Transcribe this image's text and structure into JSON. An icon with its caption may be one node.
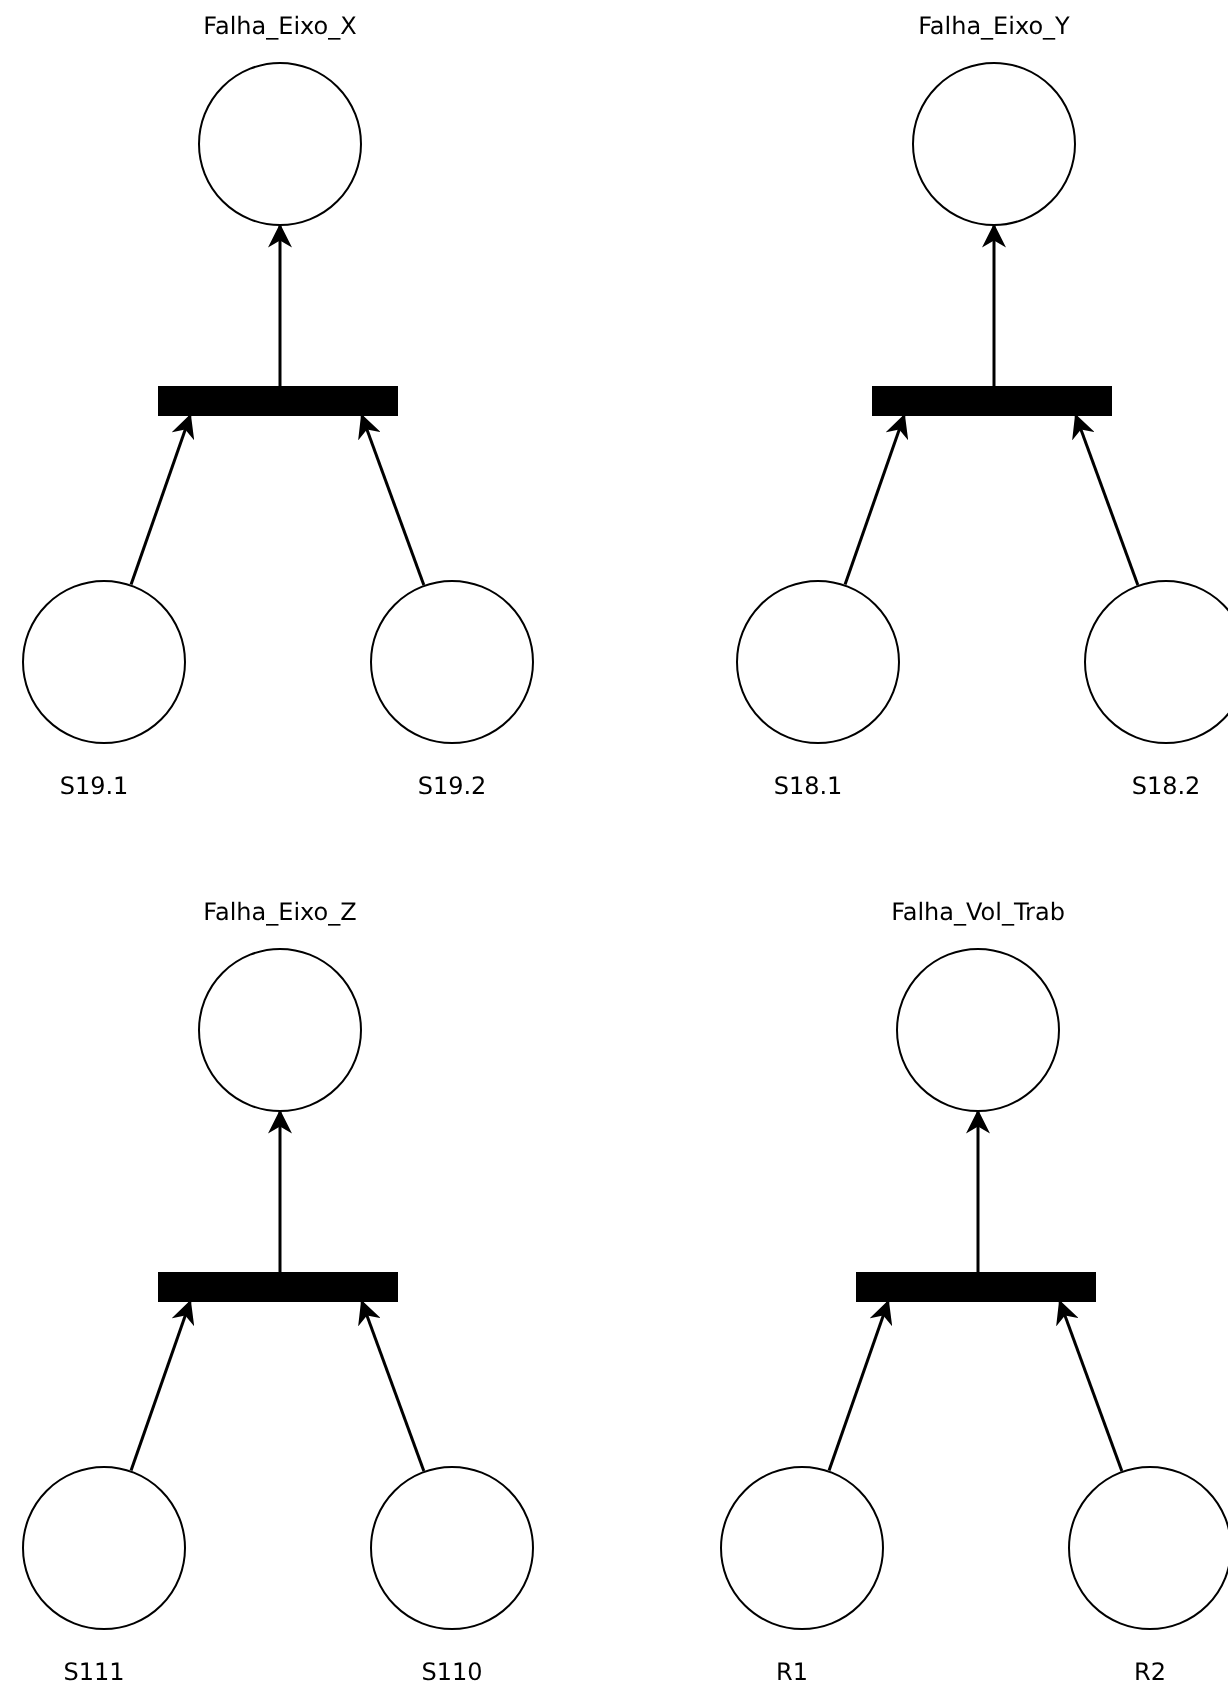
{
  "diagram": {
    "nodes": [
      {
        "text": [],
        "shape": "circle",
        "beside": [
          "Falha_Eixo_X"
        ]
      },
      {
        "text": [],
        "shape": "bar"
      },
      {
        "text": [],
        "shape": "circle",
        "beside": [
          "S19.1"
        ]
      },
      {
        "text": [],
        "shape": "circle",
        "beside": [
          "S19.2"
        ]
      },
      {
        "text": [],
        "shape": "circle",
        "beside": [
          "Falha_Eixo_Y"
        ]
      },
      {
        "text": [],
        "shape": "bar"
      },
      {
        "text": [],
        "shape": "circle",
        "beside": [
          "S18.1"
        ]
      },
      {
        "text": [],
        "shape": "circle",
        "beside": [
          "S18.2"
        ]
      },
      {
        "text": [],
        "shape": "circle",
        "beside": [
          "Falha_Eixo_Z"
        ]
      },
      {
        "text": [],
        "shape": "bar"
      },
      {
        "text": [],
        "shape": "circle",
        "beside": [
          "S111"
        ]
      },
      {
        "text": [],
        "shape": "circle",
        "beside": [
          "S110"
        ]
      },
      {
        "text": [],
        "shape": "circle",
        "beside": [
          "Falha_Vol_Trab"
        ]
      },
      {
        "text": [],
        "shape": "bar"
      },
      {
        "text": [],
        "shape": "circle",
        "beside": [
          "R1"
        ]
      },
      {
        "text": [],
        "shape": "circle",
        "beside": [
          "R2"
        ]
      }
    ],
    "edges": [
      {
        "from": 1,
        "to": 0,
        "arrow": "to"
      },
      {
        "from": 2,
        "to": 1,
        "arrow": "to"
      },
      {
        "from": 3,
        "to": 1,
        "arrow": "to"
      },
      {
        "from": 5,
        "to": 4,
        "arrow": "to"
      },
      {
        "from": 6,
        "to": 5,
        "arrow": "to"
      },
      {
        "from": 7,
        "to": 5,
        "arrow": "to"
      },
      {
        "from": 9,
        "to": 8,
        "arrow": "to"
      },
      {
        "from": 10,
        "to": 9,
        "arrow": "to"
      },
      {
        "from": 11,
        "to": 9,
        "arrow": "to"
      },
      {
        "from": 13,
        "to": 12,
        "arrow": "to"
      },
      {
        "from": 14,
        "to": 13,
        "arrow": "to"
      },
      {
        "from": 15,
        "to": 13,
        "arrow": "to"
      }
    ]
  }
}
